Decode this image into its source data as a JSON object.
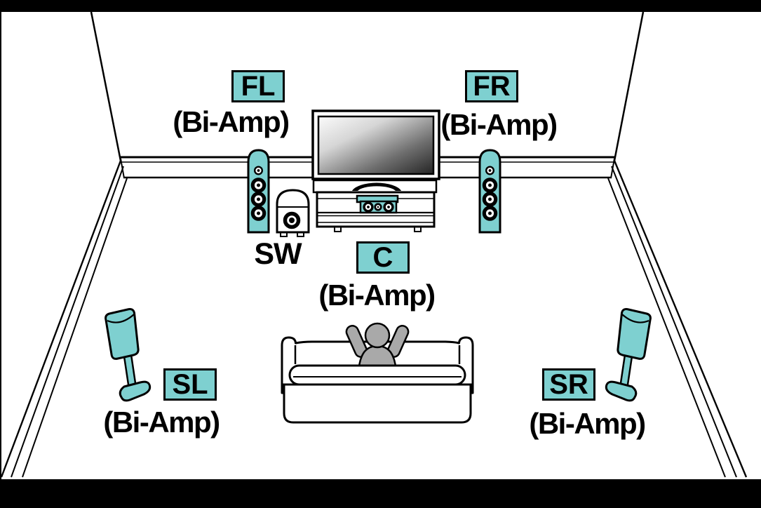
{
  "channels": {
    "front_left": {
      "label": "FL",
      "note": "(Bi-Amp)"
    },
    "front_right": {
      "label": "FR",
      "note": "(Bi-Amp)"
    },
    "center": {
      "label": "C",
      "note": "(Bi-Amp)"
    },
    "subwoofer": {
      "label": "SW"
    },
    "surround_left": {
      "label": "SL",
      "note": "(Bi-Amp)"
    },
    "surround_right": {
      "label": "SR",
      "note": "(Bi-Amp)"
    }
  },
  "colors": {
    "speaker_accent": "#7ED0D0",
    "outline": "#000000",
    "listener_gray": "#A9A9A9",
    "room_background": "#FFFFFF",
    "letterbox": "#000000"
  }
}
